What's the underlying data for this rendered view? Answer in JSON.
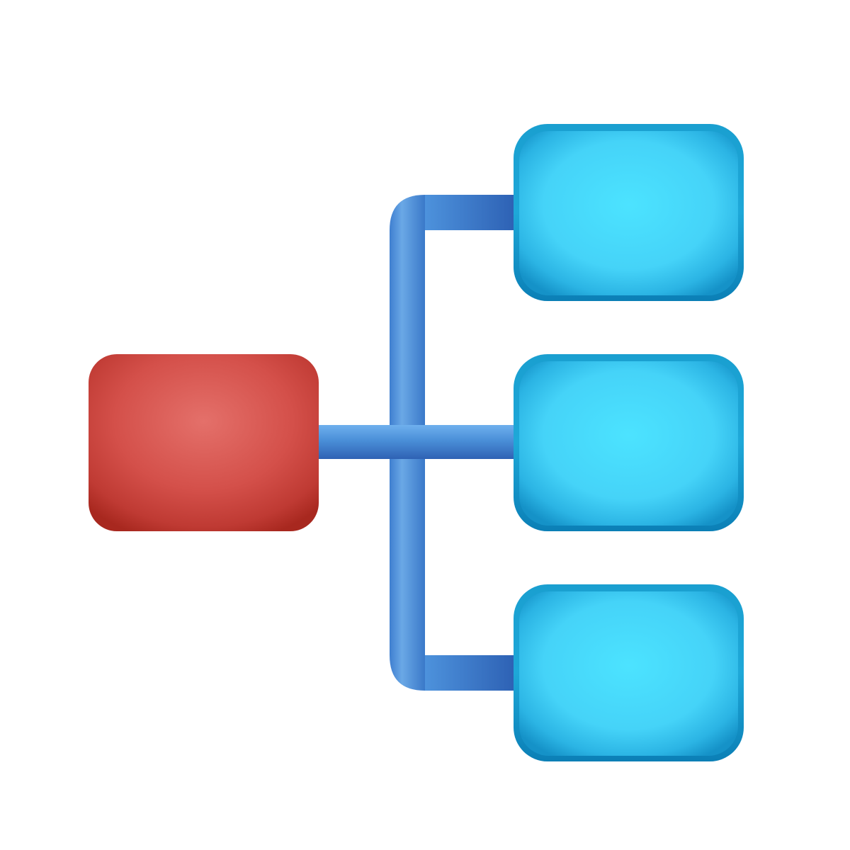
{
  "icon": {
    "name": "hierarchy-diagram-icon",
    "colors": {
      "parent_node": "#d4504a",
      "parent_node_dark": "#a8281f",
      "child_node": "#4ad8fb",
      "child_node_dark": "#0b89c0",
      "connector": "#4a8fd8",
      "connector_dark": "#2f62b4",
      "background": "#ffffff"
    },
    "nodes": [
      {
        "role": "parent",
        "name": "root-node"
      },
      {
        "role": "child",
        "name": "child-node-1"
      },
      {
        "role": "child",
        "name": "child-node-2"
      },
      {
        "role": "child",
        "name": "child-node-3"
      }
    ]
  }
}
